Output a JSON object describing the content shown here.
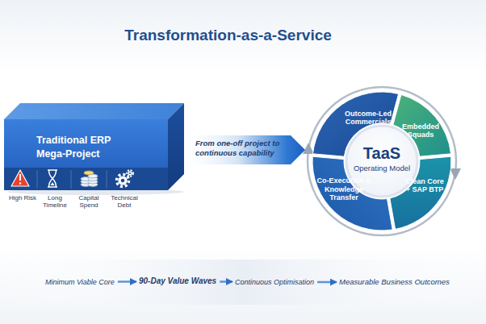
{
  "diagram": {
    "title": "Transformation-as-a-Service",
    "nodes": [
      {
        "text": [
          "Traditional ERP Mega-Project"
        ]
      },
      {
        "text": [
          "TaaS",
          "Operating Model"
        ]
      },
      {
        "text": [
          "Outcome-Led Commercials"
        ],
        "in": 1
      },
      {
        "text": [
          "Embedded Squads"
        ],
        "in": 1
      },
      {
        "text": [
          "Clean Core + SAP BTP"
        ],
        "in": 1
      },
      {
        "text": [
          "Co-Execution & Knowledge Transfer"
        ],
        "in": 1
      },
      {
        "text": [
          "Minimum Viable Core"
        ]
      },
      {
        "text": [
          "90-Day Value Waves"
        ]
      },
      {
        "text": [
          "Continuous Optimisation"
        ]
      },
      {
        "text": [
          "Measurable Business Outcomes"
        ]
      }
    ],
    "edges": [
      {
        "from": 0,
        "to": 1,
        "arrow": "to",
        "label": "From one-off project to continuous capability"
      },
      {
        "from": 6,
        "to": 7,
        "arrow": "to"
      },
      {
        "from": 7,
        "to": 8,
        "arrow": "to"
      },
      {
        "from": 8,
        "to": 9,
        "arrow": "to"
      }
    ],
    "labels": [
      "High Risk",
      "Long Timeline",
      "Capital Spend",
      "Technical Debt"
    ]
  }
}
